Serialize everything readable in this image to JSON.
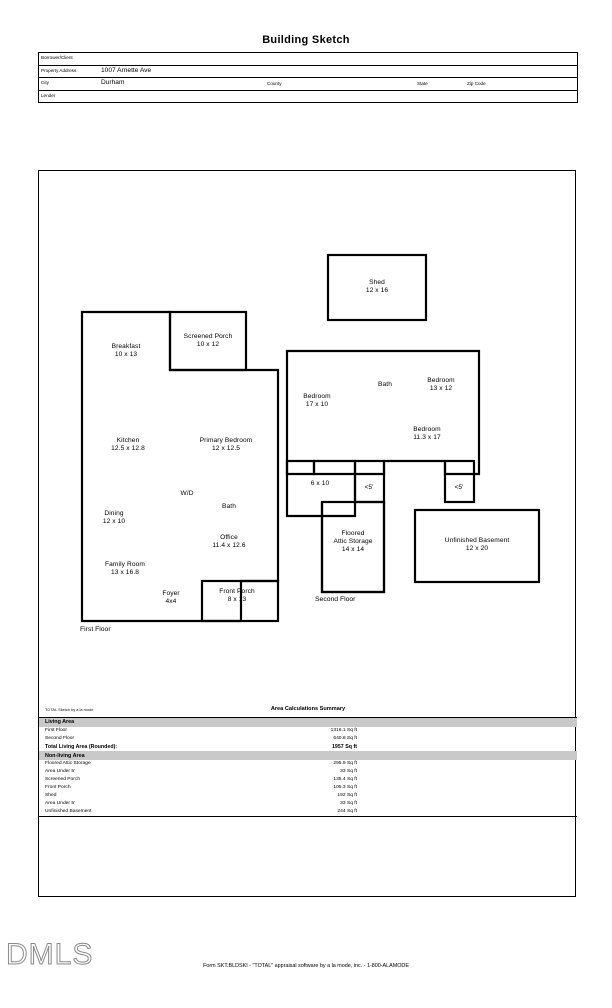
{
  "document": {
    "title": "Building Sketch"
  },
  "header": {
    "rows": [
      {
        "label": "Borrower/Client",
        "value": ""
      },
      {
        "label": "Property Address",
        "value": "1007 Arnette Ave"
      },
      {
        "label": "City",
        "value": "Durham"
      },
      {
        "label": "Lender",
        "value": ""
      }
    ],
    "county_label": "County",
    "state_label": "State",
    "zip_label": "Zip Code"
  },
  "sketch": {
    "floor_tags": [
      {
        "name": "first-floor",
        "label": "First Floor"
      },
      {
        "name": "second-floor",
        "label": "Second Floor"
      }
    ],
    "rooms": [
      {
        "name": "shed",
        "line1": "Shed",
        "line2": "12 x 16"
      },
      {
        "name": "breakfast",
        "line1": "Breakfast",
        "line2": "10 x 13"
      },
      {
        "name": "screened-porch",
        "line1": "Screened Porch",
        "line2": "10 x 12"
      },
      {
        "name": "kitchen",
        "line1": "Kitchen",
        "line2": "12.5 x 12.8"
      },
      {
        "name": "primary-bedroom",
        "line1": "Primary Bedroom",
        "line2": "12 x 12.5"
      },
      {
        "name": "washer-dryer",
        "line1": "W/D",
        "line2": ""
      },
      {
        "name": "bath-first-floor",
        "line1": "Bath",
        "line2": ""
      },
      {
        "name": "dining",
        "line1": "Dining",
        "line2": "12 x 10"
      },
      {
        "name": "office",
        "line1": "Office",
        "line2": "11.4 x 12.6"
      },
      {
        "name": "family-room",
        "line1": "Family Room",
        "line2": "13 x 16.8"
      },
      {
        "name": "foyer",
        "line1": "Foyer",
        "line2": "4x4"
      },
      {
        "name": "front-porch",
        "line1": "Front Porch",
        "line2": "8 x 13"
      },
      {
        "name": "bedroom-17x10",
        "line1": "Bedroom",
        "line2": "17 x 10"
      },
      {
        "name": "bath-second-floor",
        "line1": "Bath",
        "line2": ""
      },
      {
        "name": "bedroom-13x12",
        "line1": "Bedroom",
        "line2": "13 x 12"
      },
      {
        "name": "bedroom-11-3x17",
        "line1": "Bedroom",
        "line2": "11.3 x 17"
      },
      {
        "name": "area-6x10",
        "line1": "6 x 10",
        "line2": ""
      },
      {
        "name": "under-five-left",
        "line1": "<5'",
        "line2": ""
      },
      {
        "name": "under-five-right",
        "line1": "<5'",
        "line2": ""
      },
      {
        "name": "floored-attic",
        "line1": "Floored",
        "line2": "Attic Storage",
        "line3": "14 x 14"
      },
      {
        "name": "unfinished-basement",
        "line1": "Unfinished Basement",
        "line2": "12 x 20"
      }
    ]
  },
  "summary": {
    "credit": "TOTAL Sketch by a la mode",
    "title": "Area Calculations Summary",
    "living_header": "Living Area",
    "living_rows": [
      {
        "label": "First Floor",
        "value": "1316.1 Sq ft"
      },
      {
        "label": "Second Floor",
        "value": "640.8 Sq ft"
      }
    ],
    "total_row": {
      "label": "Total Living Area (Rounded):",
      "value": "1957 Sq ft"
    },
    "nonliving_header": "Non-living Area",
    "nonliving_rows": [
      {
        "label": "Floored Attic Storage",
        "value": "295.9 Sq ft"
      },
      {
        "label": "Area Under 5'",
        "value": "33 Sq ft"
      },
      {
        "label": "Screened Porch",
        "value": "135.4 Sq ft"
      },
      {
        "label": "Front Porch",
        "value": "105.3 Sq ft"
      },
      {
        "label": "Shed",
        "value": "192 Sq ft"
      },
      {
        "label": "Area Under 5'",
        "value": "33 Sq ft"
      },
      {
        "label": "Unfinished Basement",
        "value": "244 Sq ft"
      }
    ]
  },
  "footer": {
    "text": "Form SKT.BLDSKI - \"TOTAL\" appraisal software by a la mode, inc. - 1-800-ALAMODE",
    "watermark": "DMLS"
  }
}
